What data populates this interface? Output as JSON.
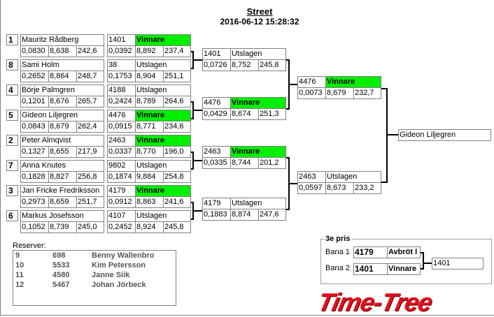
{
  "title": "Street",
  "datetime": "2016-06-12 15:28:32",
  "round1": [
    {
      "seed": "1",
      "name": "Mauritz Rådberg",
      "stats": [
        "0,0830",
        "8,638",
        "242,6"
      ],
      "num": "1401",
      "status": "Vinnare",
      "res": [
        "0,0392",
        "8,892",
        "237,4"
      ]
    },
    {
      "seed": "8",
      "name": "Sami Holm",
      "stats": [
        "0,2652",
        "8,864",
        "248,7"
      ],
      "num": "38",
      "status": "Utslagen",
      "res": [
        "0,1753",
        "8,904",
        "251,1"
      ]
    },
    {
      "seed": "4",
      "name": "Börje Palmgren",
      "stats": [
        "0,1201",
        "8,676",
        "265,7"
      ],
      "num": "4188",
      "status": "Utslagen",
      "res": [
        "0,2424",
        "8,789",
        "264,6"
      ]
    },
    {
      "seed": "5",
      "name": "Gideon Liljegren",
      "stats": [
        "0,0843",
        "8,679",
        "262,4"
      ],
      "num": "4476",
      "status": "Vinnare",
      "res": [
        "0,0915",
        "8,771",
        "234,6"
      ]
    },
    {
      "seed": "2",
      "name": "Peter Almqvist",
      "stats": [
        "0,1327",
        "8,655",
        "217,9"
      ],
      "num": "2463",
      "status": "Vinnare",
      "res": [
        "0,0337",
        "8,770",
        "196,0"
      ]
    },
    {
      "seed": "7",
      "name": "Anna Knutes",
      "stats": [
        "0,1828",
        "8,827",
        "256,8"
      ],
      "num": "9802",
      "status": "Utslagen",
      "res": [
        "0,1874",
        "9,884",
        "254,8"
      ]
    },
    {
      "seed": "3",
      "name": "Jan Fricke Fredriksson",
      "stats": [
        "0,2973",
        "8,659",
        "251,7"
      ],
      "num": "4179",
      "status": "Vinnare",
      "res": [
        "0,0912",
        "8,863",
        "241,6"
      ]
    },
    {
      "seed": "6",
      "name": "Markus Josefsson",
      "stats": [
        "0,1052",
        "8,739",
        "245,0"
      ],
      "num": "4107",
      "status": "Utslagen",
      "res": [
        "0,2452",
        "8,924",
        "245,8"
      ]
    }
  ],
  "round2": [
    {
      "num": "1401",
      "status": "Utslagen",
      "res": [
        "0,0726",
        "8,752",
        "245,8"
      ]
    },
    {
      "num": "4476",
      "status": "Vinnare",
      "res": [
        "0,0429",
        "8,674",
        "251,3"
      ]
    },
    {
      "num": "2463",
      "status": "Vinnare",
      "res": [
        "0,0335",
        "8,744",
        "201,2"
      ]
    },
    {
      "num": "4179",
      "status": "Utslagen",
      "res": [
        "0,1883",
        "8,874",
        "247,6"
      ]
    }
  ],
  "round3": [
    {
      "num": "4476",
      "status": "Vinnare",
      "res": [
        "0,0073",
        "8,679",
        "232,7"
      ]
    },
    {
      "num": "2463",
      "status": "Utslagen",
      "res": [
        "0,0597",
        "8,673",
        "233,2"
      ]
    }
  ],
  "winner": "Gideon Liljegren",
  "reserves": {
    "label": "Reserver:",
    "rows": [
      [
        "9",
        "698",
        "Benny Wallenbro"
      ],
      [
        "10",
        "5533",
        "Kim Petersson"
      ],
      [
        "11",
        "4580",
        "Janne Siik"
      ],
      [
        "12",
        "5467",
        "Johan Jörbeck"
      ]
    ]
  },
  "third": {
    "label": "3e pris",
    "bana1": "Bana 1",
    "bana2": "Bana 2",
    "lane1": {
      "num": "4179",
      "status": "Avbröt l"
    },
    "lane2": {
      "num": "1401",
      "status": "Vinnare"
    },
    "result": "1401"
  },
  "logo": "Time-Tree",
  "colors": {
    "winner": "#00ee00",
    "logo": "#e0101c"
  }
}
